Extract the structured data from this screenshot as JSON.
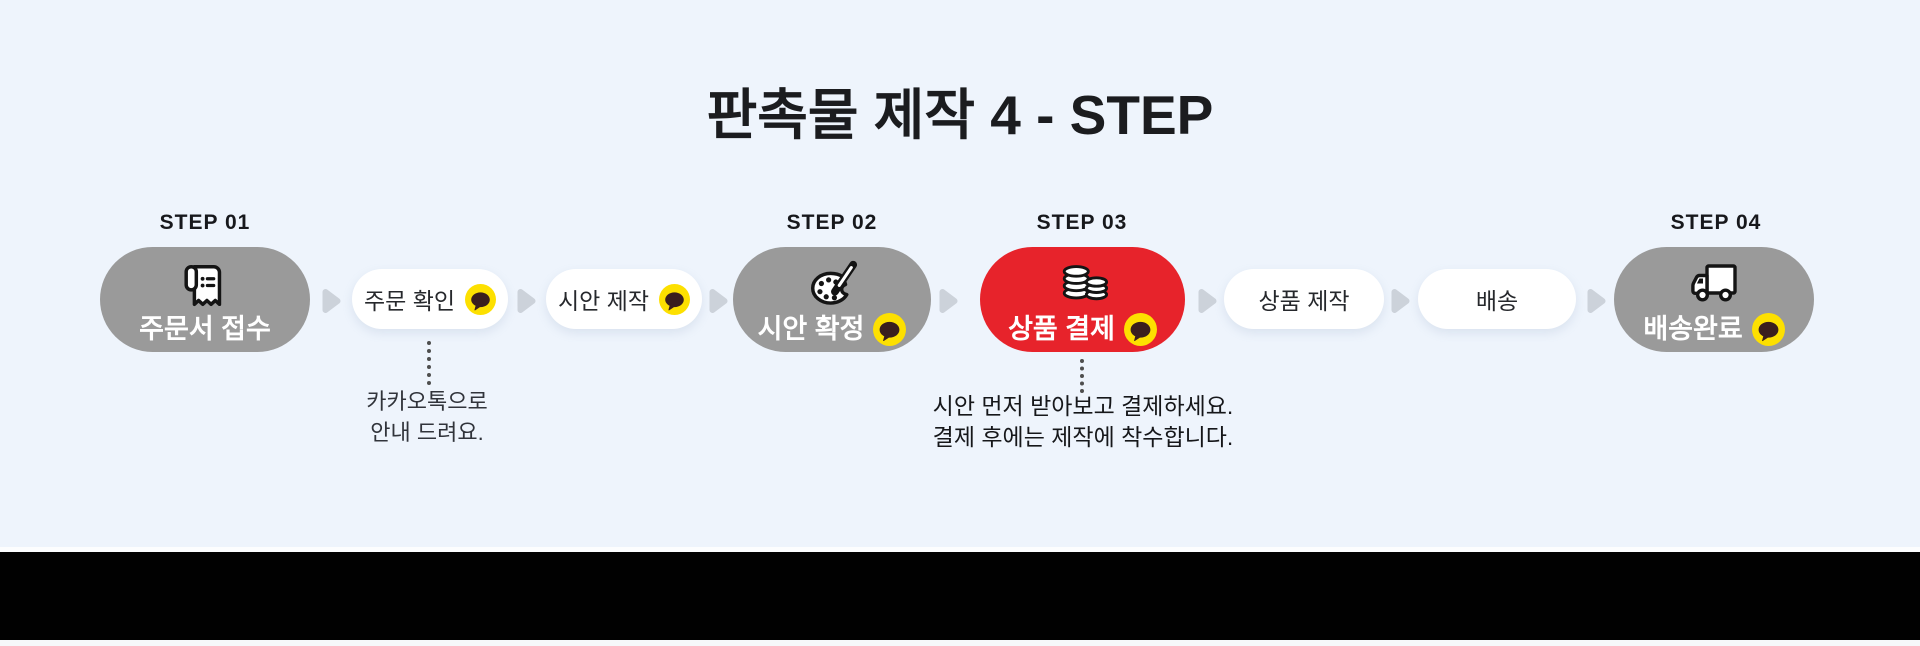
{
  "title": "판촉물 제작 4 - STEP",
  "steps": [
    {
      "badge": "STEP 01",
      "label": "주문서 접수",
      "icon": "receipt-icon",
      "variant": "gray",
      "kakao": false
    },
    {
      "label": "주문 확인",
      "variant": "white",
      "kakao": true
    },
    {
      "label": "시안 제작",
      "variant": "white",
      "kakao": true
    },
    {
      "badge": "STEP 02",
      "label": "시안 확정",
      "icon": "palette-icon",
      "variant": "gray",
      "kakao": true
    },
    {
      "badge": "STEP 03",
      "label": "상품 결제",
      "icon": "coins-icon",
      "variant": "red",
      "kakao": true
    },
    {
      "label": "상품 제작",
      "variant": "white",
      "kakao": false
    },
    {
      "label": "배송",
      "variant": "white",
      "kakao": false
    },
    {
      "badge": "STEP 04",
      "label": "배송완료",
      "icon": "truck-icon",
      "variant": "gray",
      "kakao": true
    }
  ],
  "annotations": [
    {
      "attached_to": "주문 확인",
      "lines": [
        "카카오톡으로",
        "안내 드려요."
      ]
    },
    {
      "attached_to": "상품 결제",
      "lines": [
        "시안 먼저 받아보고 결제하세요.",
        "결제 후에는 제작에 착수합니다."
      ]
    }
  ],
  "colors": {
    "background": "#eef4fc",
    "footer_band": "#010101",
    "gray_pill": "#9a9a9a",
    "red_pill": "#e7232b",
    "white_pill": "#ffffff",
    "kakao_yellow": "#fde000",
    "kakao_bubble": "#3a1e1e",
    "arrow": "#ccd2da",
    "heading_text": "#1b1c1f"
  }
}
